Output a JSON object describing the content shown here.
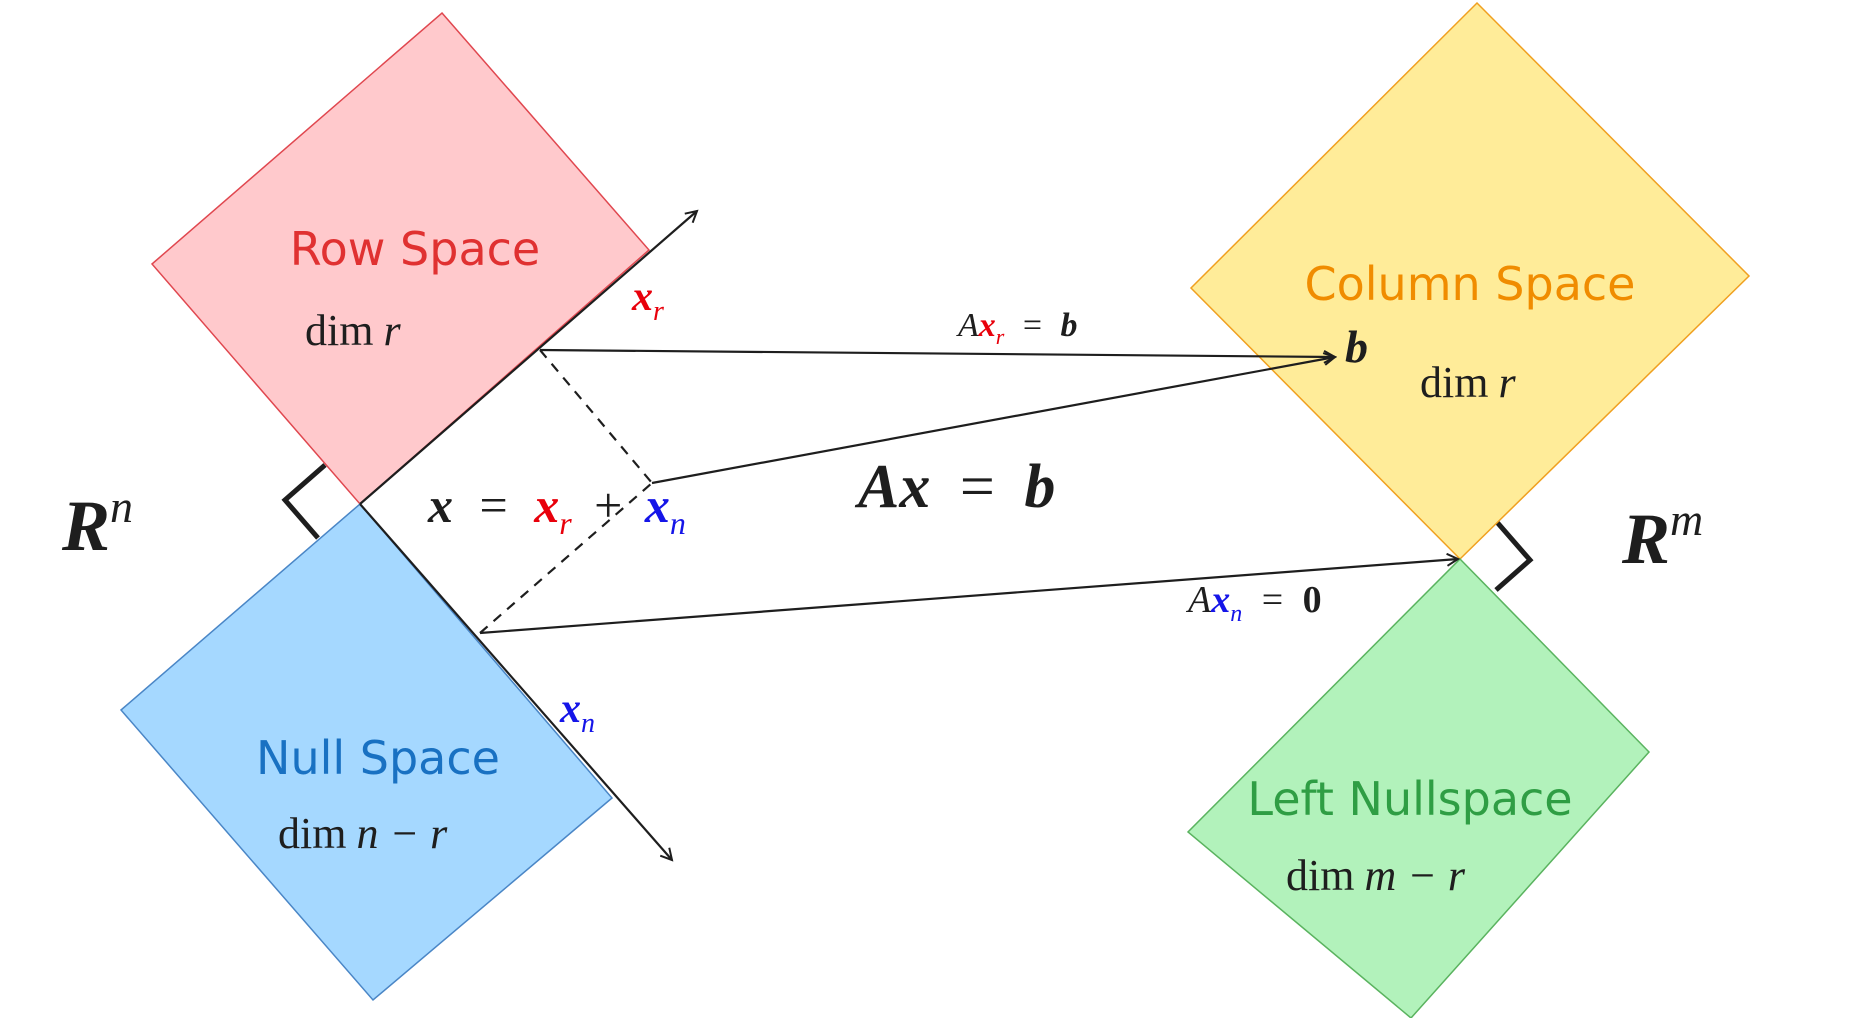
{
  "colors": {
    "row_fill": "#ffc9cc",
    "row_stroke": "#e0474f",
    "row_text": "#e03131",
    "null_fill": "#a5d8ff",
    "null_stroke": "#4a86c6",
    "null_text": "#1971c2",
    "col_fill": "#ffec99",
    "col_stroke": "#f0a020",
    "col_text": "#f08c00",
    "left_fill": "#b2f2bb",
    "left_stroke": "#5ab35f",
    "left_text": "#2f9e44",
    "red_var": "#e8000b",
    "blue_var": "#1515e8",
    "ink": "#1e1e1e"
  },
  "spaces": {
    "row": {
      "title": "Row Space",
      "dim_word": "dim",
      "dim_expr": "r"
    },
    "null": {
      "title": "Null Space",
      "dim_word": "dim",
      "dim_expr": "n − r"
    },
    "col": {
      "title": "Column Space",
      "dim_word": "dim",
      "dim_expr": "r"
    },
    "left": {
      "title": "Left Nullspace",
      "dim_word": "dim",
      "dim_expr": "m − r"
    }
  },
  "domain": {
    "base": "R",
    "exp": "n"
  },
  "codomain": {
    "base": "R",
    "exp": "m"
  },
  "vectors": {
    "xr": {
      "base": "x",
      "sub": "r"
    },
    "xn": {
      "base": "x",
      "sub": "n"
    },
    "b": "b"
  },
  "decomposition": {
    "lhs": "x",
    "eq": "=",
    "plus": "+"
  },
  "main_equation": {
    "A": "A",
    "x": "x",
    "eq": "=",
    "b": "b"
  },
  "mapping_row": {
    "A": "A",
    "eq": "=",
    "rhs": "b"
  },
  "mapping_null": {
    "A": "A",
    "eq": "=",
    "rhs": "0"
  }
}
